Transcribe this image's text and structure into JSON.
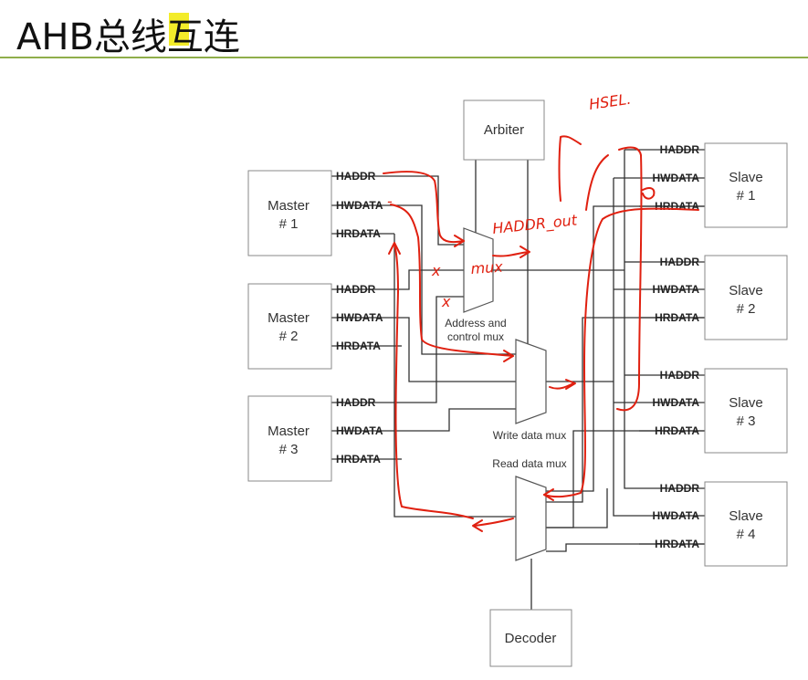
{
  "slide": {
    "title": "AHB总线互连"
  },
  "arbiter": {
    "label": "Arbiter"
  },
  "decoder": {
    "label": "Decoder"
  },
  "masters": [
    {
      "name": "Master",
      "num": "# 1",
      "signals": [
        "HADDR",
        "HWDATA",
        "HRDATA"
      ]
    },
    {
      "name": "Master",
      "num": "# 2",
      "signals": [
        "HADDR",
        "HWDATA",
        "HRDATA"
      ]
    },
    {
      "name": "Master",
      "num": "# 3",
      "signals": [
        "HADDR",
        "HWDATA",
        "HRDATA"
      ]
    }
  ],
  "slaves": [
    {
      "name": "Slave",
      "num": "# 1",
      "signals": [
        "HADDR",
        "HWDATA",
        "HRDATA"
      ]
    },
    {
      "name": "Slave",
      "num": "# 2",
      "signals": [
        "HADDR",
        "HWDATA",
        "HRDATA"
      ]
    },
    {
      "name": "Slave",
      "num": "# 3",
      "signals": [
        "HADDR",
        "HWDATA",
        "HRDATA"
      ]
    },
    {
      "name": "Slave",
      "num": "# 4",
      "signals": [
        "HADDR",
        "HWDATA",
        "HRDATA"
      ]
    }
  ],
  "muxes": {
    "addr_line1": "Address and",
    "addr_line2": "control mux",
    "write": "Write data mux",
    "read": "Read data mux"
  },
  "annotations": {
    "hsel": "HSEL.",
    "haddr_out": "HADDR_out",
    "mux": "mux",
    "cross1": "x",
    "cross2": "x",
    "hwdata_dash": "-"
  },
  "colors": {
    "ink": "#e02010",
    "rule": "#8fae4a",
    "highlight": "#f3ec2a"
  }
}
